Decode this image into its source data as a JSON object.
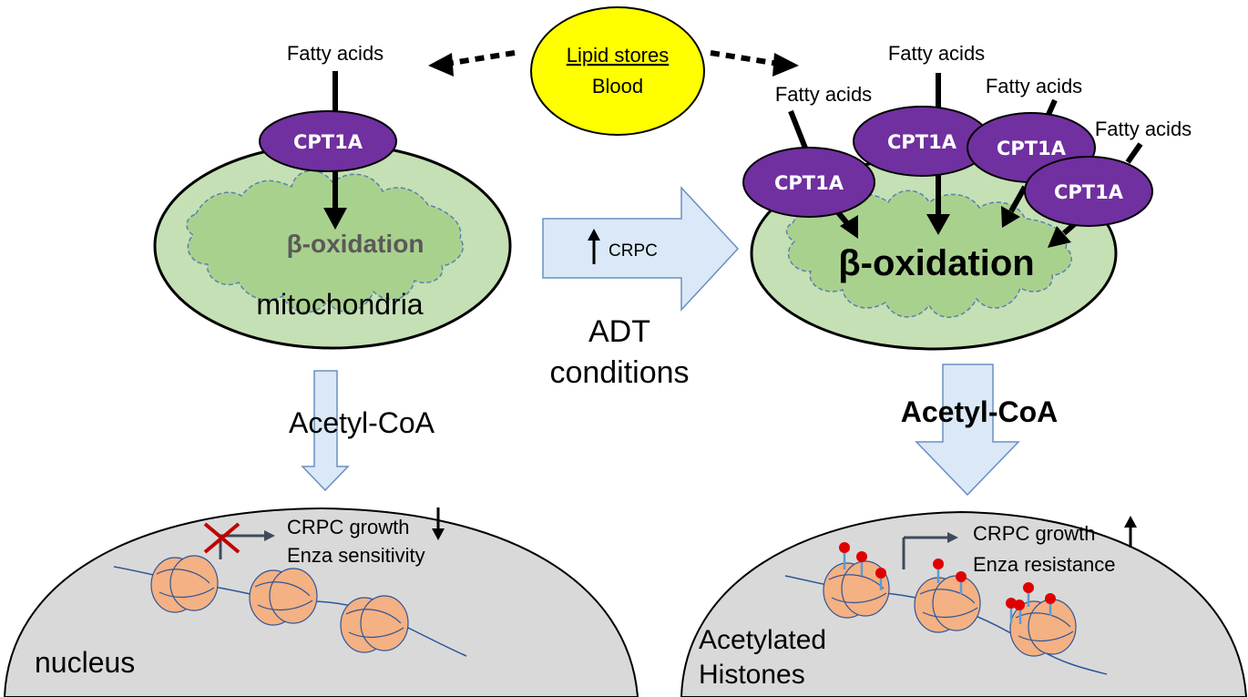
{
  "source": {
    "line1": "Lipid stores",
    "line2": "Blood",
    "fill_color": "#ffff00"
  },
  "left_panel": {
    "fatty_acid_label": "Fatty acids",
    "enzyme_label": "CPT1A",
    "pathway_label": "β-oxidation",
    "organelle_label": "mitochondria",
    "metabolite_label": "Acetyl-CoA",
    "nucleus_label": "nucleus",
    "outcome_line1": "CRPC growth",
    "outcome_line2": "Enza sensitivity",
    "outcome_direction": "down"
  },
  "center": {
    "arrow_label": "CRPC",
    "arrow_direction": "up",
    "condition_line1": "ADT",
    "condition_line2": "conditions"
  },
  "right_panel": {
    "fatty_acid_label": "Fatty acids",
    "enzyme_label": "CPT1A",
    "enzyme_count": 4,
    "pathway_label": "β-oxidation",
    "metabolite_label": "Acetyl-CoA",
    "nucleus_label_line1": "Acetylated",
    "nucleus_label_line2": "Histones",
    "outcome_line1": "CRPC growth",
    "outcome_line2": "Enza resistance",
    "outcome_direction": "up"
  },
  "colors": {
    "enzyme": "#7030a0",
    "mitochondria": "#c5e0b4",
    "cristae": "#a9d18e",
    "big_arrow": "#dae8f7",
    "nucleus": "#d9d9d9",
    "histone": "#f4b183",
    "acetyl_mark": "#e00000",
    "block_x": "#c00000"
  }
}
